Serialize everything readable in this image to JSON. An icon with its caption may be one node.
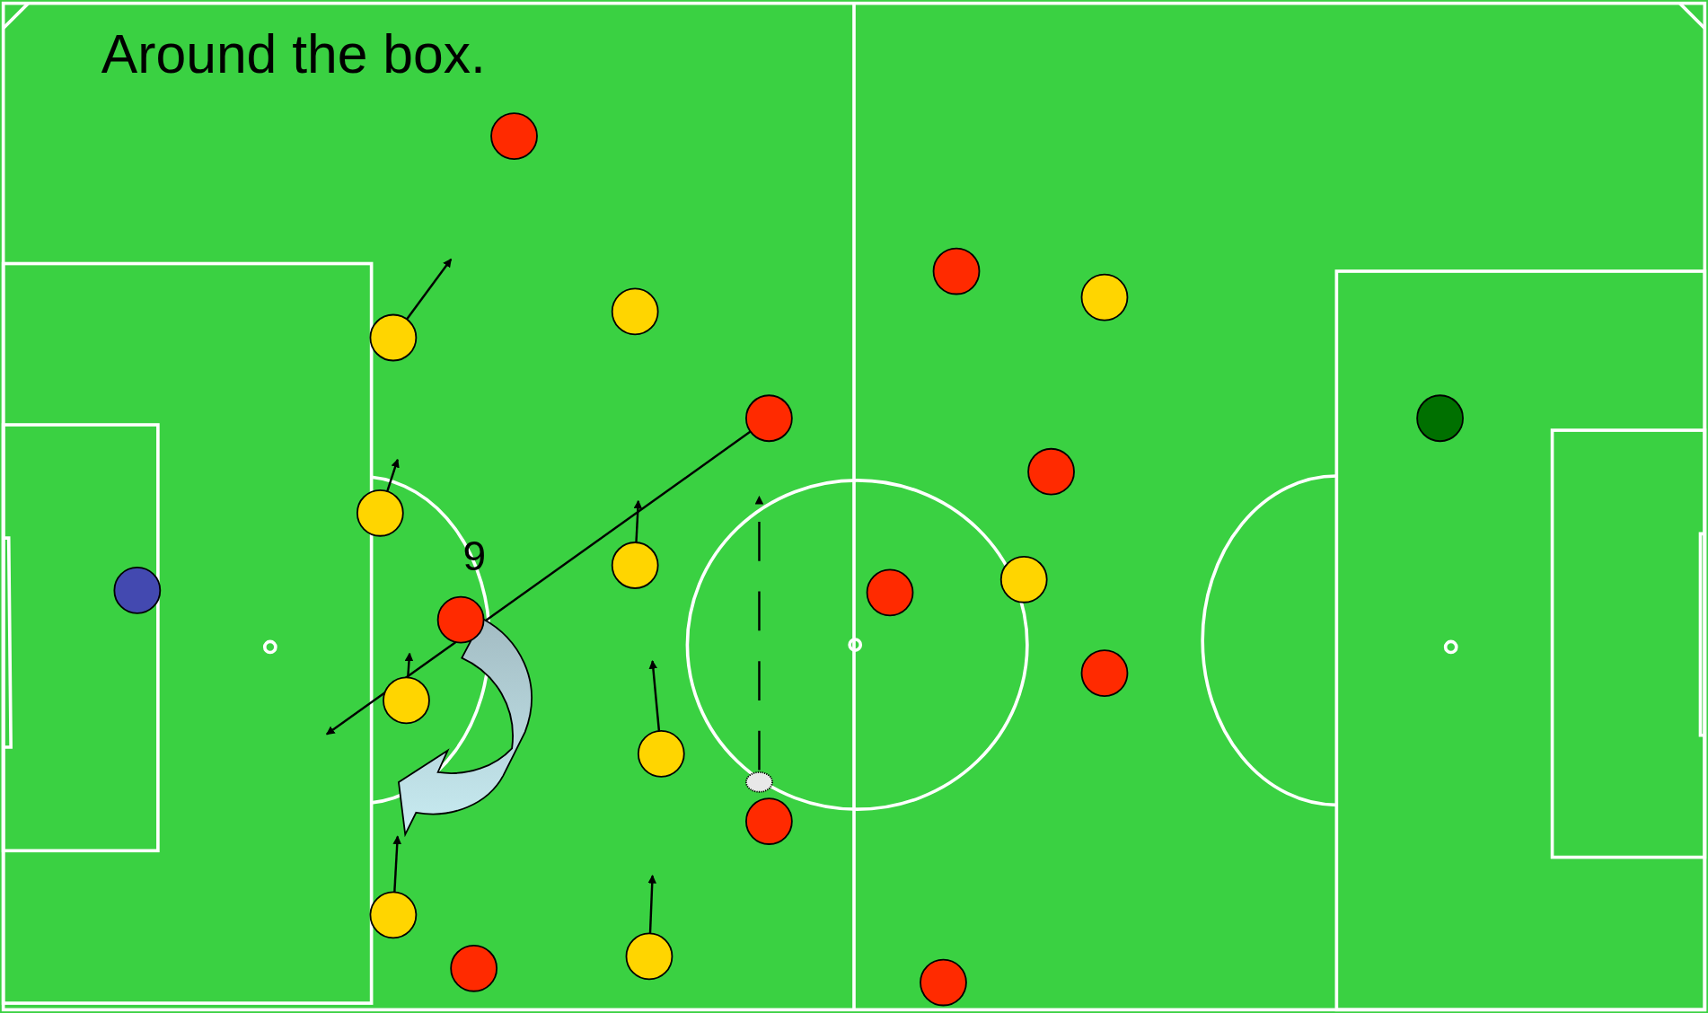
{
  "diagram": {
    "title": "Around the box.",
    "nodes": [
      {
        "text": [],
        "shape": "circle"
      },
      {
        "text": [],
        "shape": "circle"
      },
      {
        "text": [],
        "shape": "circle"
      },
      {
        "text": [],
        "shape": "circle"
      },
      {
        "text": [],
        "shape": "circle"
      },
      {
        "text": [],
        "shape": "circle",
        "beside": [
          "9"
        ]
      },
      {
        "text": [],
        "shape": "circle"
      },
      {
        "text": [],
        "shape": "circle"
      },
      {
        "text": [],
        "shape": "circle"
      },
      {
        "text": [],
        "shape": "circle"
      },
      {
        "text": [],
        "shape": "circle"
      },
      {
        "text": [],
        "shape": "circle"
      },
      {
        "text": [],
        "shape": "ball"
      },
      {
        "text": [],
        "shape": "circle"
      },
      {
        "text": [],
        "shape": "circle"
      },
      {
        "text": [],
        "shape": "circle"
      },
      {
        "text": [],
        "shape": "circle"
      },
      {
        "text": [],
        "shape": "circle"
      },
      {
        "text": [],
        "shape": "circle"
      },
      {
        "text": [],
        "shape": "circle"
      },
      {
        "text": [],
        "shape": "circle"
      },
      {
        "text": [],
        "shape": "circle"
      },
      {
        "text": [],
        "shape": "circle"
      }
    ],
    "edges": [
      {
        "from": 2,
        "to": null,
        "arrow": "to"
      },
      {
        "from": 1,
        "to": null,
        "arrow": "to"
      },
      {
        "from": 4,
        "to": null,
        "arrow": "to"
      },
      {
        "from": 9,
        "to": null,
        "arrow": "to"
      },
      {
        "from": 11,
        "to": null,
        "arrow": "to"
      },
      {
        "from": 3,
        "to": null,
        "arrow": "to"
      },
      {
        "from": 10,
        "to": null,
        "arrow": "to"
      },
      {
        "from": 13,
        "to": null,
        "arrow": "to"
      },
      {
        "from": 12,
        "to": null,
        "arrow": "to",
        "style": "dashed"
      },
      {
        "from": 5,
        "to": null,
        "arrow": "to",
        "style": "thick"
      }
    ]
  }
}
